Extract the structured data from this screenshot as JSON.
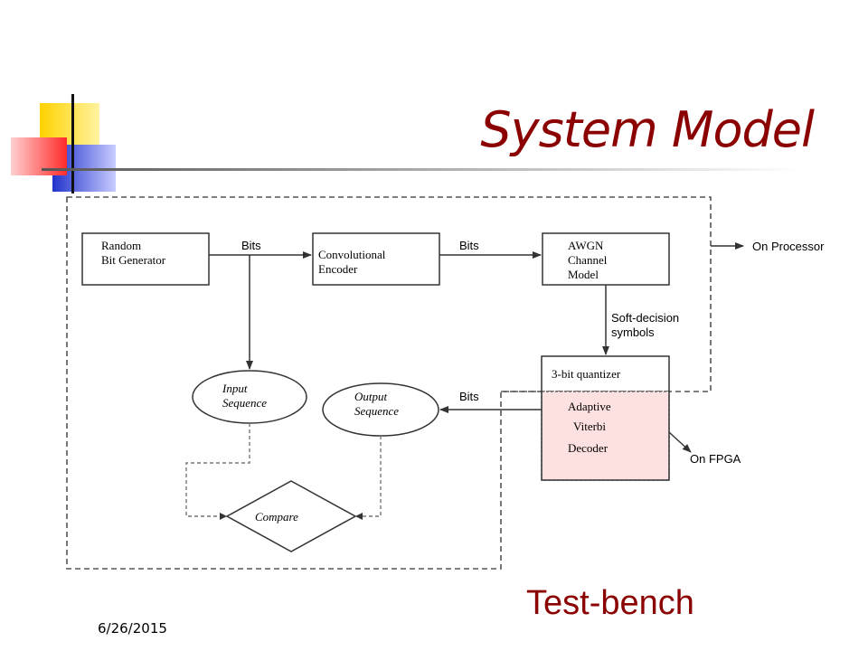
{
  "slide": {
    "title": "System Model",
    "date": "6/26/2015",
    "footer_caption": "Test-bench"
  },
  "diagram": {
    "blocks": {
      "random_bit_generator": [
        "Random",
        "Bit Generator"
      ],
      "convolutional_encoder": [
        "Convolutional",
        "Encoder"
      ],
      "awgn_channel_model": [
        "AWGN",
        "Channel",
        "Model"
      ],
      "quantizer": "3-bit quantizer",
      "adaptive_viterbi_decoder": [
        "Adaptive",
        "Viterbi",
        "Decoder"
      ],
      "input_sequence": [
        "Input",
        "Sequence"
      ],
      "output_sequence": [
        "Output",
        "Sequence"
      ],
      "compare": "Compare"
    },
    "edge_labels": {
      "bits_1": "Bits",
      "bits_2": "Bits",
      "bits_3": "Bits",
      "soft_decision": [
        "Soft-decision",
        "symbols"
      ]
    },
    "region_labels": {
      "on_processor": "On Processor",
      "on_fpga": "On FPGA"
    },
    "colors": {
      "title": "#8b0000",
      "decoder_fill": "#fde0e0",
      "line": "#333333"
    }
  }
}
